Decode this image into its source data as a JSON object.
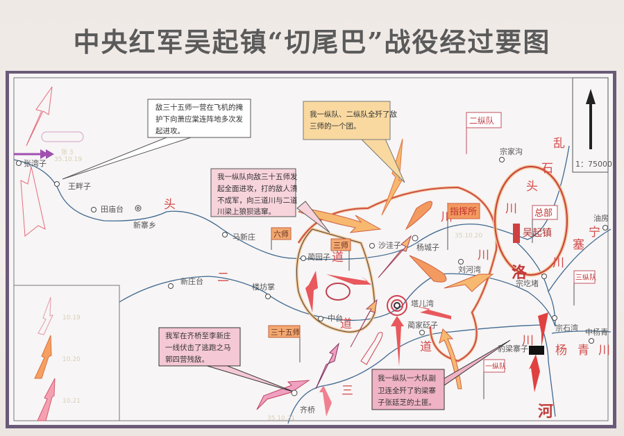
{
  "title": "中央红军吴起镇“切尾巴”战役经过要图",
  "scale": "1：75000",
  "legend": {
    "items": [
      {
        "label": "10.19",
        "color": "#f2b0b8"
      },
      {
        "label": "10.20",
        "color": "#f5a060"
      },
      {
        "label": "10.21",
        "color": "#f07c8c"
      }
    ]
  },
  "places": {
    "zhangwanzi": "张湾子",
    "wangpanzi": "王畔子",
    "tianmiaotai": "田庙台",
    "xinzhaixiang": "新寨乡",
    "maxinzhuang": "马新庄",
    "linyuanzi": "蔺园子",
    "shawazi": "沙洼子",
    "yangchengzi": "杨城子",
    "liuhewan": "刘河湾",
    "zongjiagou": "宗家沟",
    "zonggedu": "宗圪堵",
    "youfang": "油房",
    "xinzhuangtai": "新庄台",
    "loufangzhang": "楼坊掌",
    "zhongtai": "中台",
    "tarwan": "塔儿湾",
    "linjiabianzi": "蔺家砭子",
    "zongshiwan": "宗石湾",
    "zhongyangqing": "中杨青",
    "qiqiao": "齐桥",
    "baoliangzhaizi": "豹梁寨子",
    "wuqizhen": "吴起镇"
  },
  "rivers": {
    "toudao": [
      "头",
      "道",
      "川"
    ],
    "erdao": [
      "二",
      "道",
      "川"
    ],
    "sandao": [
      "三",
      "道",
      "川"
    ],
    "luanshitou": [
      "乱",
      "石",
      "头",
      "川"
    ],
    "ningsai": [
      "宁",
      "塞",
      "川"
    ],
    "luohe": [
      "洛",
      "河"
    ],
    "yangqing": [
      "杨",
      "青",
      "川"
    ]
  },
  "units": {
    "zong2": "二纵队",
    "hq": "指挥所",
    "zongbu": "总部",
    "zong3": "三纵队",
    "zong1": "一纵队",
    "shi6": "六师",
    "shi3": "三师",
    "shi35": "三十五师"
  },
  "dates": {
    "d20": "35.10.20",
    "d21": "35.10.21",
    "d19": "35.10.19",
    "plane": "张 3"
  },
  "callouts": [
    {
      "lines": [
        "敌三十五师一营在飞机的掩",
        "护下向萧应棠连阵地多次发",
        "起进攻。"
      ],
      "color": "#ffffff"
    },
    {
      "lines": [
        "我一纵队、二纵队全歼了敌",
        "三师的一个团。"
      ],
      "color": "#f9d9a0"
    },
    {
      "lines": [
        "我一纵队向敌三十五师发",
        "起全面进攻，打的敌人溃",
        "不成军，向三道川与二道",
        "川梁上狼狈逃窜。"
      ],
      "color": "#f7d3dc"
    },
    {
      "lines": [
        "我军在齐桥至李新庄",
        "一线伏击了逃跑之马",
        "郭四营残敌。"
      ],
      "color": "#f5c8d6"
    },
    {
      "lines": [
        "我一纵队一大队副",
        "卫连全歼了豹梁寨",
        "子张廷芝的土匪。"
      ],
      "color": "#f0b3c6"
    }
  ]
}
